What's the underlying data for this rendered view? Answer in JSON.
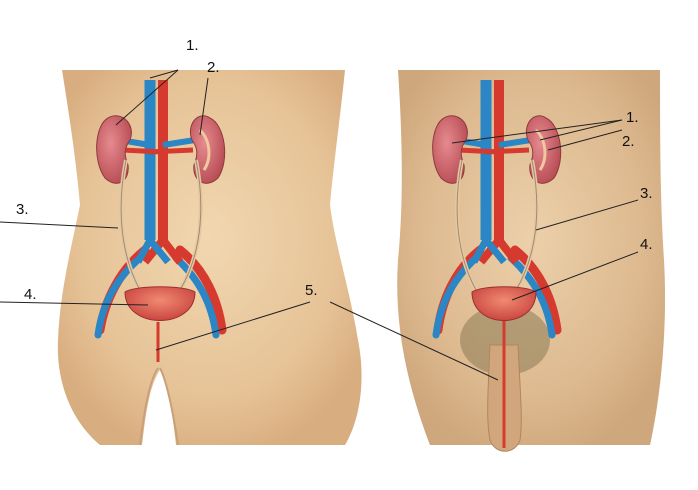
{
  "labels": {
    "female": {
      "l1": "1.",
      "l2": "2.",
      "l3": "3.",
      "l4": "4.",
      "l5": "5."
    },
    "male": {
      "l1": "1.",
      "l2": "2.",
      "l3": "3.",
      "l4": "4."
    }
  },
  "colors": {
    "skin": "#e8c79d",
    "skin_shadow": "#d4ad80",
    "artery": "#d63a2e",
    "vein": "#2a86c4",
    "kidney": "#c9606a",
    "bladder": "#d84f4f",
    "leader_line": "#222222"
  }
}
